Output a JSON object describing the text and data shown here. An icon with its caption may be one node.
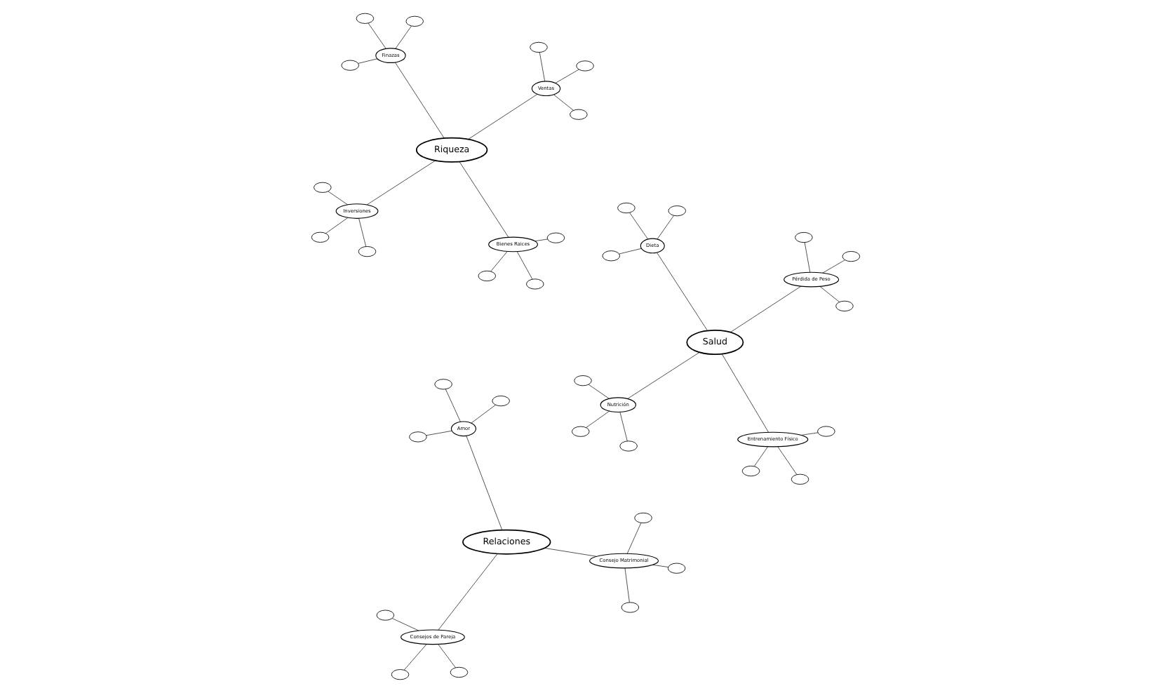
{
  "diagram": {
    "nodes": [
      {
        "text": [
          "Riqueza"
        ]
      },
      {
        "text": [
          "Salud"
        ]
      },
      {
        "text": [
          "Relaciones"
        ]
      },
      {
        "text": [
          "Finazas"
        ]
      },
      {
        "text": [],
        "shape": "ellipse"
      },
      {
        "text": [],
        "shape": "ellipse"
      },
      {
        "text": [],
        "shape": "ellipse"
      },
      {
        "text": [
          "Inversiones"
        ]
      },
      {
        "text": [],
        "shape": "ellipse"
      },
      {
        "text": [],
        "shape": "ellipse"
      },
      {
        "text": [],
        "shape": "ellipse"
      },
      {
        "text": [
          "Bienes Raices"
        ]
      },
      {
        "text": [],
        "shape": "ellipse"
      },
      {
        "text": [],
        "shape": "ellipse"
      },
      {
        "text": [],
        "shape": "ellipse"
      },
      {
        "text": [
          "Ventas"
        ]
      },
      {
        "text": [],
        "shape": "ellipse"
      },
      {
        "text": [],
        "shape": "ellipse"
      },
      {
        "text": [],
        "shape": "ellipse"
      },
      {
        "text": [
          "Dieta"
        ]
      },
      {
        "text": [],
        "shape": "ellipse"
      },
      {
        "text": [],
        "shape": "ellipse"
      },
      {
        "text": [],
        "shape": "ellipse"
      },
      {
        "text": [
          "Amor"
        ]
      },
      {
        "text": [],
        "shape": "ellipse"
      },
      {
        "text": [],
        "shape": "ellipse"
      },
      {
        "text": [],
        "shape": "ellipse"
      },
      {
        "text": [
          "Nutrición"
        ]
      },
      {
        "text": [],
        "shape": "ellipse"
      },
      {
        "text": [],
        "shape": "ellipse"
      },
      {
        "text": [],
        "shape": "ellipse"
      },
      {
        "text": [
          "Consejos de Pareja"
        ]
      },
      {
        "text": [],
        "shape": "ellipse"
      },
      {
        "text": [],
        "shape": "ellipse"
      },
      {
        "text": [],
        "shape": "ellipse"
      },
      {
        "text": [
          "Entrenamiento Físico"
        ]
      },
      {
        "text": [],
        "shape": "ellipse"
      },
      {
        "text": [],
        "shape": "ellipse"
      },
      {
        "text": [],
        "shape": "ellipse"
      },
      {
        "text": [
          "Pérdida de Peso"
        ]
      },
      {
        "text": [],
        "shape": "ellipse"
      },
      {
        "text": [],
        "shape": "ellipse"
      },
      {
        "text": [],
        "shape": "ellipse"
      },
      {
        "text": [
          "Consejo Matrimonial"
        ]
      },
      {
        "text": [],
        "shape": "ellipse"
      },
      {
        "text": [],
        "shape": "ellipse"
      },
      {
        "text": [],
        "shape": "ellipse"
      }
    ],
    "edges": [
      {
        "from": 3,
        "to": 0,
        "arrow": "none"
      },
      {
        "from": 7,
        "to": 0,
        "arrow": "none"
      },
      {
        "from": 11,
        "to": 0,
        "arrow": "none"
      },
      {
        "from": 15,
        "to": 0,
        "arrow": "none"
      },
      {
        "from": 19,
        "to": 1,
        "arrow": "none"
      },
      {
        "from": 23,
        "to": 2,
        "arrow": "none"
      },
      {
        "from": 27,
        "to": 1,
        "arrow": "none"
      },
      {
        "from": 31,
        "to": 2,
        "arrow": "none"
      },
      {
        "from": 35,
        "to": 1,
        "arrow": "none"
      },
      {
        "from": 39,
        "to": 1,
        "arrow": "none"
      },
      {
        "from": 43,
        "to": 2,
        "arrow": "none"
      },
      {
        "from": 3,
        "to": 4,
        "arrow": "none"
      },
      {
        "from": 3,
        "to": 5,
        "arrow": "none"
      },
      {
        "from": 3,
        "to": 6,
        "arrow": "none"
      },
      {
        "from": 7,
        "to": 8,
        "arrow": "none"
      },
      {
        "from": 7,
        "to": 9,
        "arrow": "none"
      },
      {
        "from": 7,
        "to": 10,
        "arrow": "none"
      },
      {
        "from": 11,
        "to": 12,
        "arrow": "none"
      },
      {
        "from": 11,
        "to": 13,
        "arrow": "none"
      },
      {
        "from": 11,
        "to": 14,
        "arrow": "none"
      },
      {
        "from": 15,
        "to": 16,
        "arrow": "none"
      },
      {
        "from": 15,
        "to": 17,
        "arrow": "none"
      },
      {
        "from": 15,
        "to": 18,
        "arrow": "none"
      },
      {
        "from": 19,
        "to": 20,
        "arrow": "none"
      },
      {
        "from": 19,
        "to": 21,
        "arrow": "none"
      },
      {
        "from": 19,
        "to": 22,
        "arrow": "none"
      },
      {
        "from": 23,
        "to": 24,
        "arrow": "none"
      },
      {
        "from": 23,
        "to": 25,
        "arrow": "none"
      },
      {
        "from": 23,
        "to": 26,
        "arrow": "none"
      },
      {
        "from": 27,
        "to": 28,
        "arrow": "none"
      },
      {
        "from": 27,
        "to": 29,
        "arrow": "none"
      },
      {
        "from": 27,
        "to": 30,
        "arrow": "none"
      },
      {
        "from": 31,
        "to": 32,
        "arrow": "none"
      },
      {
        "from": 31,
        "to": 33,
        "arrow": "none"
      },
      {
        "from": 31,
        "to": 34,
        "arrow": "none"
      },
      {
        "from": 35,
        "to": 36,
        "arrow": "none"
      },
      {
        "from": 35,
        "to": 37,
        "arrow": "none"
      },
      {
        "from": 35,
        "to": 38,
        "arrow": "none"
      },
      {
        "from": 39,
        "to": 40,
        "arrow": "none"
      },
      {
        "from": 39,
        "to": 41,
        "arrow": "none"
      },
      {
        "from": 39,
        "to": 42,
        "arrow": "none"
      },
      {
        "from": 43,
        "to": 44,
        "arrow": "none"
      },
      {
        "from": 43,
        "to": 45,
        "arrow": "none"
      },
      {
        "from": 43,
        "to": 46,
        "arrow": "none"
      }
    ]
  }
}
